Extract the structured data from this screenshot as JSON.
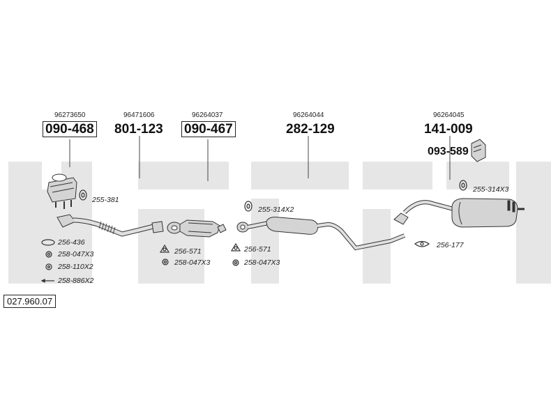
{
  "catalog_number": "027.960.07",
  "assemblies": [
    {
      "oem": "96273650",
      "part": "090-468",
      "boxed": true
    },
    {
      "oem": "96471606",
      "part": "801-123",
      "boxed": false
    },
    {
      "oem": "96264037",
      "part": "090-467",
      "boxed": true
    },
    {
      "oem": "96264044",
      "part": "282-129",
      "boxed": false
    },
    {
      "oem": "96264045",
      "part": "141-009",
      "boxed": false
    }
  ],
  "extra_part": "093-589",
  "accessories": {
    "a1": "255-381",
    "a2": "256-436",
    "a3": "258-047X3",
    "a4": "258-110X2",
    "a5": "258-886X2",
    "a6": "256-571",
    "a7": "258-047X3",
    "a8": "256-571",
    "a9": "258-047X3",
    "a10": "255-314X2",
    "a11": "255-314X3",
    "a12": "256-177"
  },
  "colors": {
    "line": "#333333",
    "watermark": "#e6e6e6",
    "part_fill": "#d4d4d4"
  }
}
